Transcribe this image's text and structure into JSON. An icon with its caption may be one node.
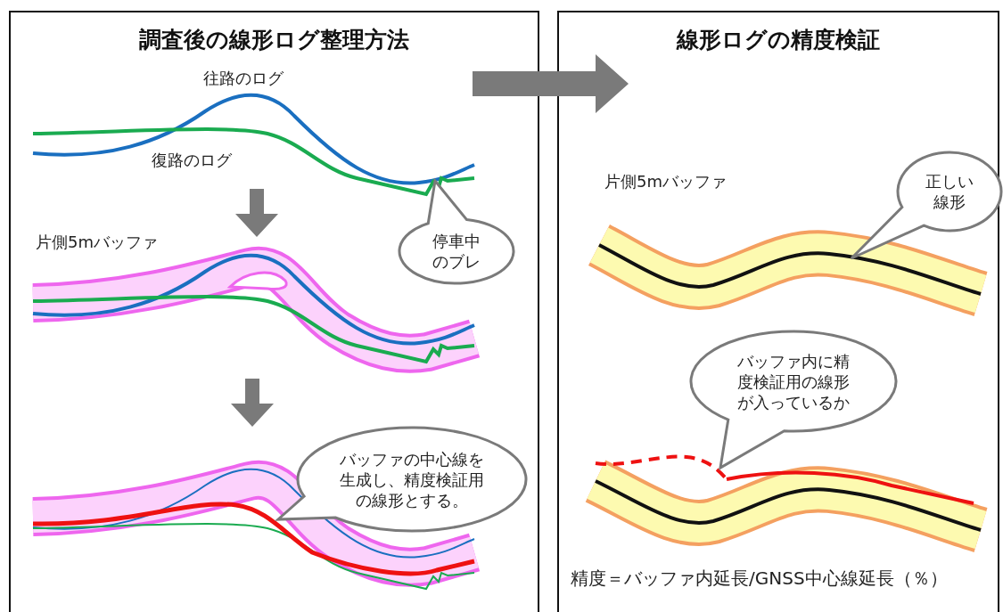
{
  "diagram": {
    "nodes": [
      {
        "text": [
          "調査後の線形ログ整理方法"
        ]
      },
      {
        "text": [
          "停車中のブレ"
        ],
        "in": 0
      },
      {
        "text": [
          "バッファの中心線を生成し、精度検証用の線形とする。"
        ],
        "in": 0
      },
      {
        "text": [
          "線形ログの精度検証"
        ]
      },
      {
        "text": [
          "正しい線形"
        ],
        "in": 3
      },
      {
        "text": [
          "バッファ内に精度検証用の線形が入っているか"
        ],
        "in": 3
      }
    ],
    "edges": [
      {
        "from": 0,
        "to": 3,
        "arrow": "to"
      }
    ],
    "labels": [
      "往路のログ",
      "復路のログ",
      "片側5mバッファ",
      "片側5mバッファ",
      "精度＝バッファ内延長/GNSS中心線延長（％）"
    ]
  }
}
